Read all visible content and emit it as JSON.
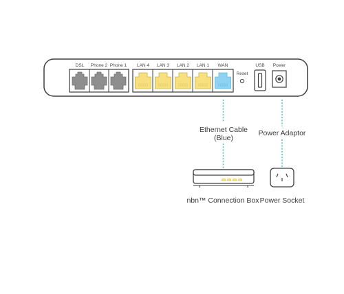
{
  "modem": {
    "ports": [
      {
        "label": "DSL",
        "type": "rj11",
        "color": "#8e8e8e"
      },
      {
        "label": "Phone 2",
        "type": "rj11",
        "color": "#8e8e8e"
      },
      {
        "label": "Phone 1",
        "type": "rj11",
        "color": "#8e8e8e"
      },
      {
        "label": "LAN 4",
        "type": "rj45",
        "color": "#f7e07d"
      },
      {
        "label": "LAN 3",
        "type": "rj45",
        "color": "#f7e07d"
      },
      {
        "label": "LAN 2",
        "type": "rj45",
        "color": "#f7e07d"
      },
      {
        "label": "LAN 1",
        "type": "rj45",
        "color": "#f7e07d"
      },
      {
        "label": "WAN",
        "type": "rj45",
        "color": "#8fd3f2"
      }
    ],
    "reset_label": "Reset",
    "usb_label": "USB",
    "power_label": "Power"
  },
  "cables": {
    "ethernet_label_line1": "Ethernet Cable",
    "ethernet_label_line2": "(Blue)",
    "power_label": "Power Adaptor",
    "color": "#4fc3c8"
  },
  "devices": {
    "nbn_box_label": "nbn™ Connection Box",
    "power_socket_label": "Power Socket"
  },
  "colors": {
    "outline": "#3d3d3d",
    "port_yellow": "#f7e07d",
    "port_blue": "#8fd3f2",
    "port_gray": "#8e8e8e"
  }
}
